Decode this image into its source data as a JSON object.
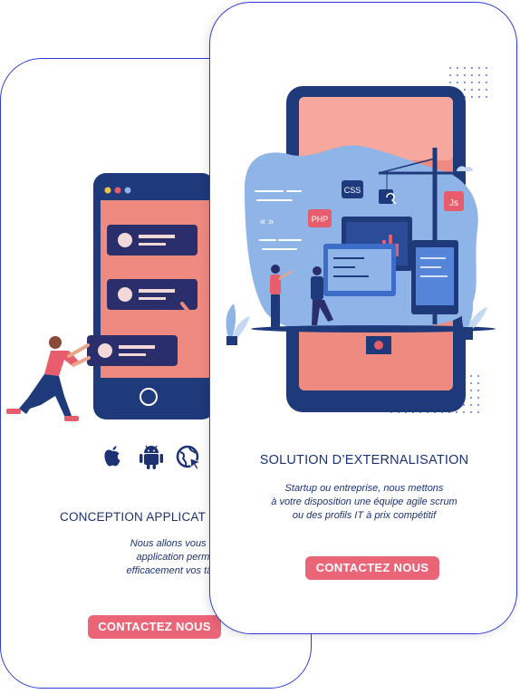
{
  "cards": {
    "back": {
      "title": "CONCEPTION APPLICAT",
      "description_lines": [
        "Nous allons vous concevoir un",
        "application permettant de gér",
        "efficacement vos tâches quotidi"
      ],
      "button_label": "CONTACTEZ NOUS",
      "platform_icons": [
        "apple-icon",
        "android-icon",
        "web-icon"
      ]
    },
    "front": {
      "title": "SOLUTION D’EXTERNALISATION",
      "description_lines": [
        "Startup ou entreprise, nous mettons",
        "à votre disposition une équipe agile scrum",
        "ou des profils  IT à prix compétitif"
      ],
      "button_label": "CONTACTEZ NOUS",
      "tech_badges": [
        "CSS",
        "PHP",
        "Js"
      ]
    }
  },
  "colors": {
    "card_border": "#2b3cd6",
    "title": "#1d3275",
    "button": "#ea6577",
    "phone_frame": "#1f3a7a",
    "phone_screen": "#ef7f73",
    "accent_blue": "#8fb5e8"
  }
}
